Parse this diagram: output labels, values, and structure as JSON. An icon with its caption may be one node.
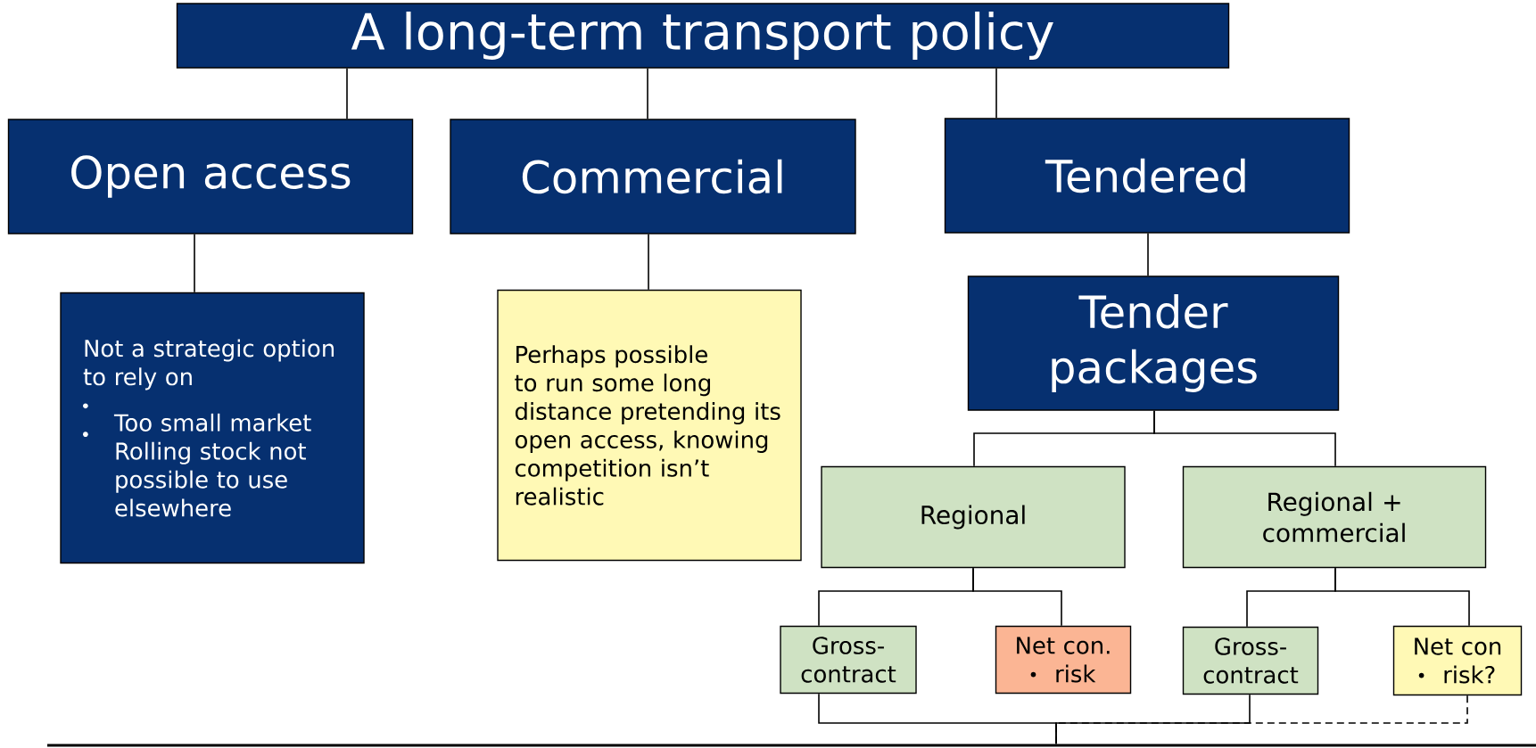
{
  "diagram": {
    "nodes": [
      {
        "text": [
          "A long-term transport policy"
        ]
      },
      {
        "text": [
          "Open access"
        ]
      },
      {
        "text": [
          "Commercial"
        ]
      },
      {
        "text": [
          "Tendered"
        ]
      },
      {
        "text": [
          "Not a strategic option to rely on",
          "Too small market",
          "Rolling stock not possible to use elsewhere"
        ]
      },
      {
        "text": [
          "Perhaps possible to run some long distance pretending its open access, knowing competition isn’t realistic"
        ]
      },
      {
        "text": [
          "Tender packages"
        ]
      },
      {
        "text": [
          "Regional"
        ]
      },
      {
        "text": [
          "Regional + commercial"
        ]
      },
      {
        "text": [
          "Gross-contract"
        ]
      },
      {
        "text": [
          "Net con.",
          "risk"
        ]
      },
      {
        "text": [
          "Gross-contract"
        ]
      },
      {
        "text": [
          "Net con",
          "risk?"
        ]
      },
      {
        "text": [],
        "shape": "bar"
      }
    ],
    "edges": [
      {
        "from": 0,
        "to": 1,
        "arrow": "none"
      },
      {
        "from": 0,
        "to": 2,
        "arrow": "none"
      },
      {
        "from": 0,
        "to": 3,
        "arrow": "none"
      },
      {
        "from": 1,
        "to": 4,
        "arrow": "none"
      },
      {
        "from": 2,
        "to": 5,
        "arrow": "none"
      },
      {
        "from": 3,
        "to": 6,
        "arrow": "none"
      },
      {
        "from": 6,
        "to": 7,
        "arrow": "none"
      },
      {
        "from": 6,
        "to": 8,
        "arrow": "none"
      },
      {
        "from": 7,
        "to": 9,
        "arrow": "none"
      },
      {
        "from": 7,
        "to": 10,
        "arrow": "none"
      },
      {
        "from": 8,
        "to": 11,
        "arrow": "none"
      },
      {
        "from": 8,
        "to": 12,
        "arrow": "none"
      },
      {
        "from": 9,
        "to": 13,
        "arrow": "none"
      },
      {
        "from": 11,
        "to": 13,
        "arrow": "none"
      },
      {
        "from": 12,
        "to": 13,
        "arrow": "none",
        "style": "dashed"
      }
    ]
  }
}
